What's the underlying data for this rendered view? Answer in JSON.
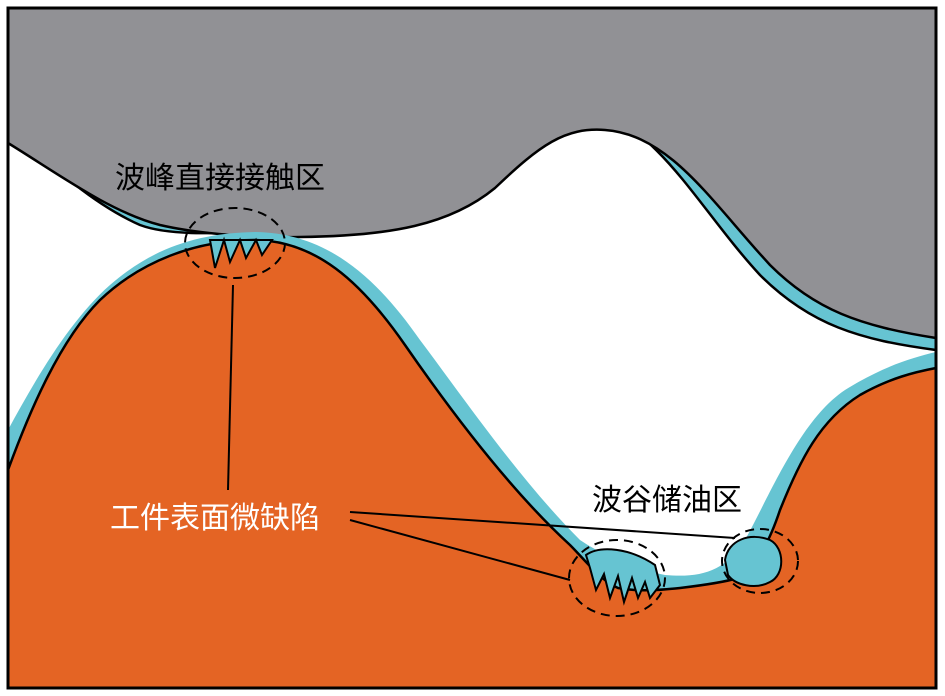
{
  "labels": {
    "peak_contact": "波峰直接接触区",
    "surface_defects": "工件表面微缺陷",
    "valley_oil": "波谷储油区"
  },
  "colors": {
    "upper_body": "#919195",
    "lower_body": "#E46424",
    "oil_film": "#66C4D2",
    "outline": "#000000",
    "background": "#FFFFFF"
  }
}
